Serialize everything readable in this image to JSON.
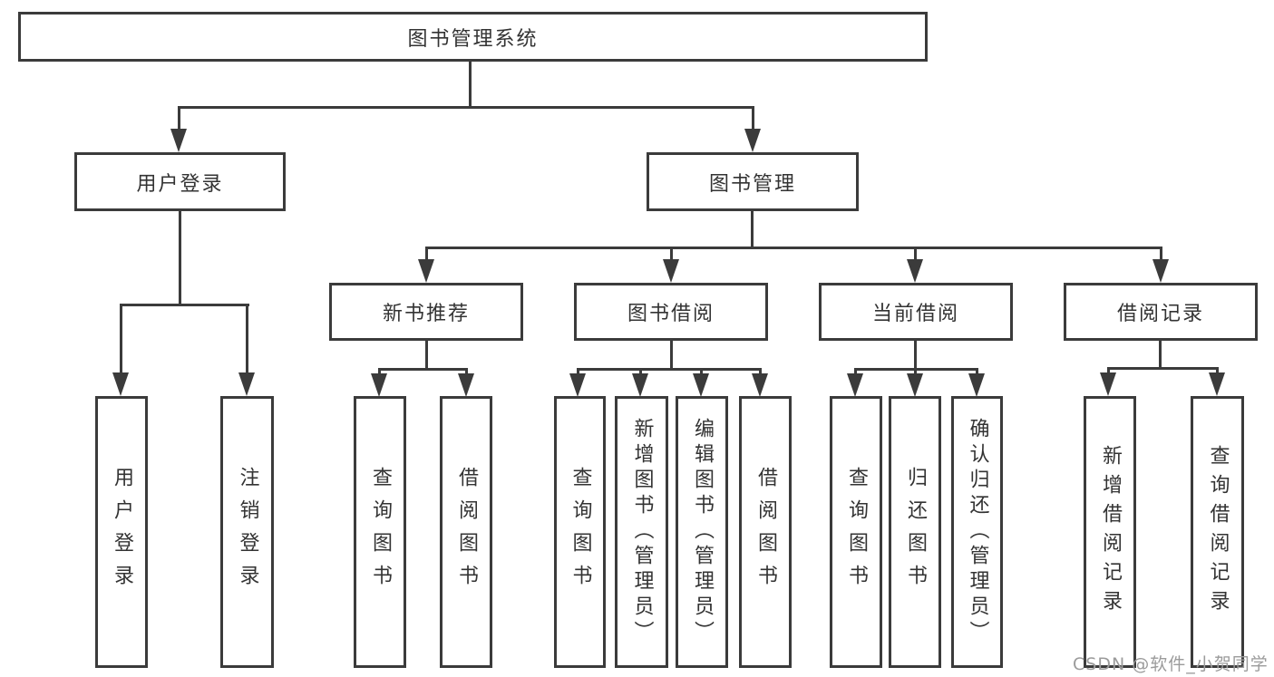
{
  "diagram_title": "图书管理系统",
  "colors": {
    "line": "#3b3b3b",
    "border": "#3b3b3b",
    "text": "#333333",
    "box_background": "#ffffff",
    "page_background": "#ffffff",
    "watermark": "#9b9b9b"
  },
  "nodes": {
    "root": {
      "label": "图书管理系统"
    },
    "user_login": {
      "label": "用户登录"
    },
    "book_mgmt": {
      "label": "图书管理"
    },
    "new_book_rec": {
      "label": "新书推荐"
    },
    "book_borrow": {
      "label": "图书借阅"
    },
    "current_borrow": {
      "label": "当前借阅"
    },
    "borrow_record": {
      "label": "借阅记录"
    },
    "leaf_user_login": {
      "label": "用户登录"
    },
    "leaf_logout": {
      "label": "注销登录"
    },
    "nb_query": {
      "label": "查询图书"
    },
    "nb_borrow": {
      "label": "借阅图书"
    },
    "bb_query": {
      "label": "查询图书"
    },
    "bb_add": {
      "label": "新增图书（管理员）"
    },
    "bb_edit": {
      "label": "编辑图书（管理员）"
    },
    "bb_borrow": {
      "label": "借阅图书"
    },
    "cb_query": {
      "label": "查询图书"
    },
    "cb_return": {
      "label": "归还图书"
    },
    "cb_confirm": {
      "label": "确认归还（管理员）"
    },
    "br_add": {
      "label": "新增借阅记录"
    },
    "br_query": {
      "label": "查询借阅记录"
    }
  },
  "structure": [
    {
      "parent": "图书管理系统",
      "children": [
        "用户登录",
        "图书管理"
      ]
    },
    {
      "parent": "用户登录",
      "children": [
        "用户登录",
        "注销登录"
      ]
    },
    {
      "parent": "图书管理",
      "children": [
        "新书推荐",
        "图书借阅",
        "当前借阅",
        "借阅记录"
      ]
    },
    {
      "parent": "新书推荐",
      "children": [
        "查询图书",
        "借阅图书"
      ]
    },
    {
      "parent": "图书借阅",
      "children": [
        "查询图书",
        "新增图书（管理员）",
        "编辑图书（管理员）",
        "借阅图书"
      ]
    },
    {
      "parent": "当前借阅",
      "children": [
        "查询图书",
        "归还图书",
        "确认归还（管理员）"
      ]
    },
    {
      "parent": "借阅记录",
      "children": [
        "新增借阅记录",
        "查询借阅记录"
      ]
    }
  ],
  "watermark": {
    "text": "CSDN @软件_小贺同学"
  }
}
